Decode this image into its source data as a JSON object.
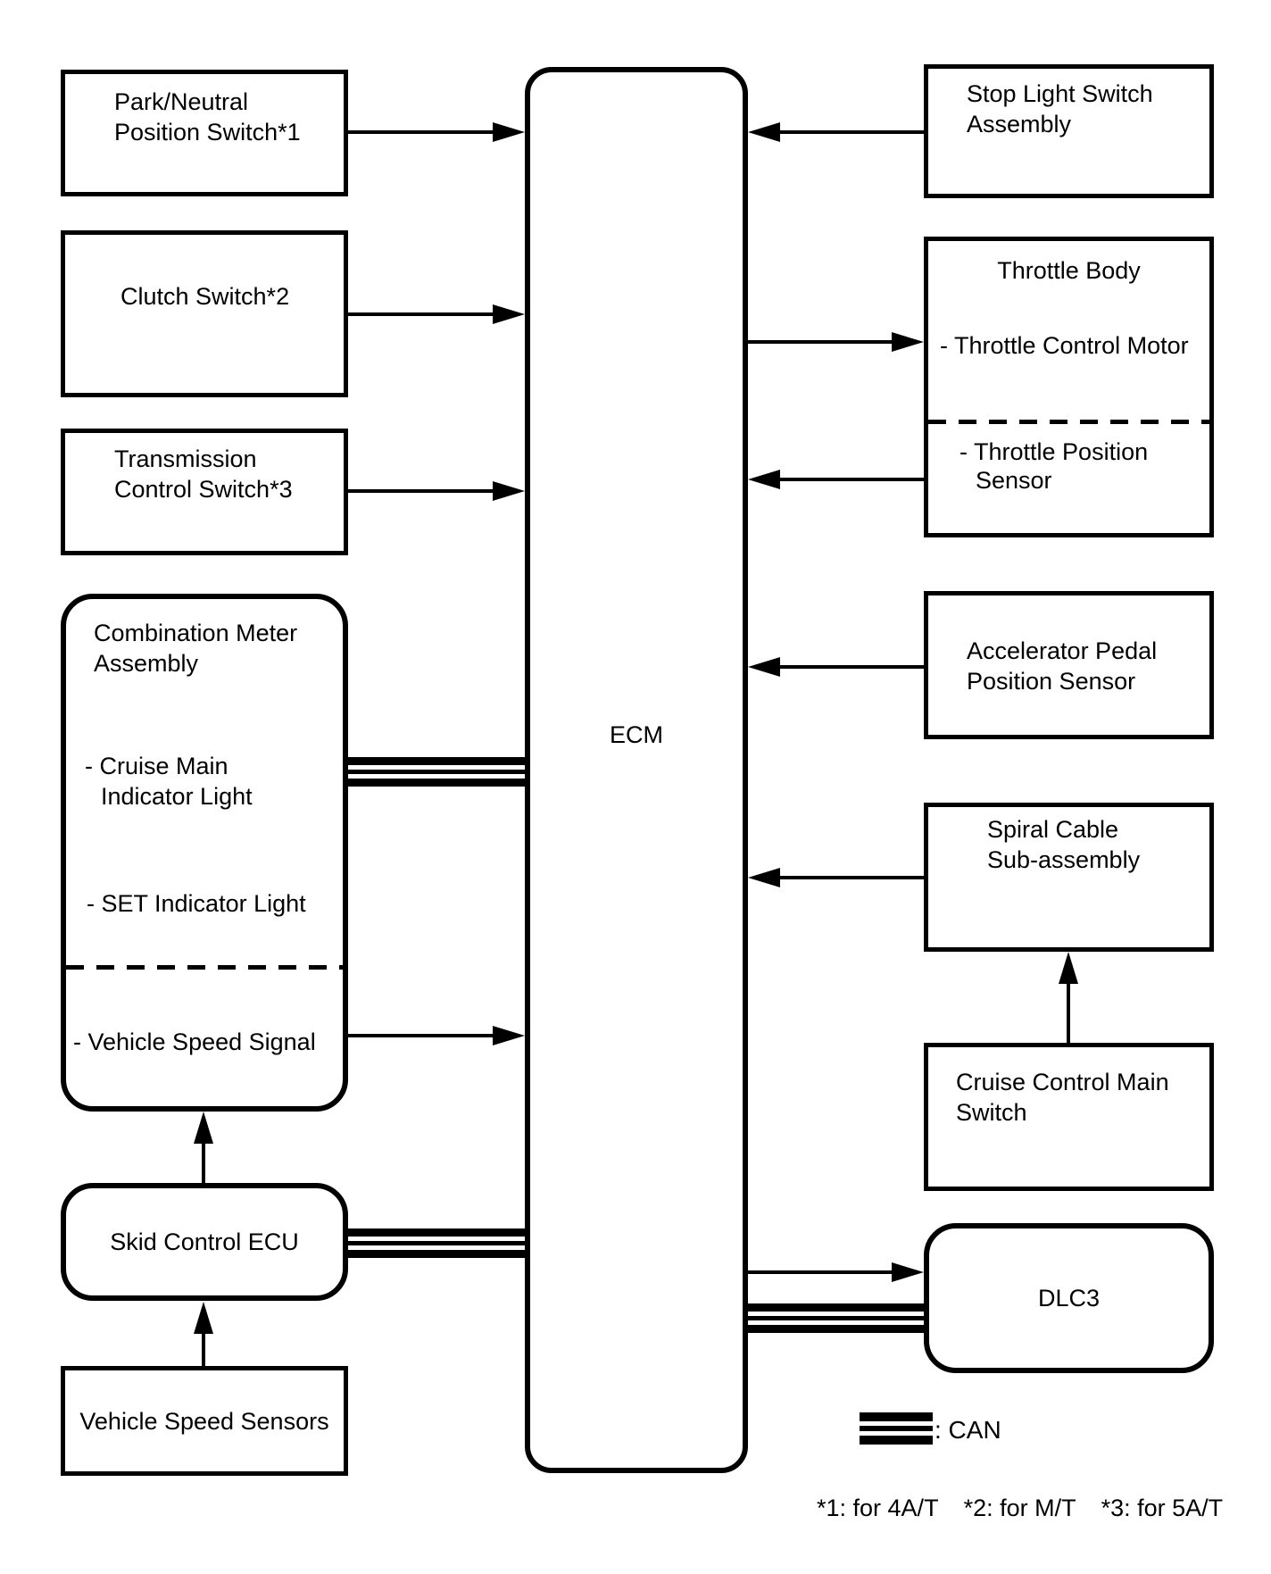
{
  "colors": {
    "line": "#000000",
    "background": "#ffffff"
  },
  "ecm": {
    "label": "ECM"
  },
  "left": {
    "park_neutral": {
      "line1": "Park/Neutral",
      "line2": "Position Switch*1"
    },
    "clutch": {
      "label": "Clutch Switch*2"
    },
    "transmission": {
      "line1": "Transmission",
      "line2": "Control Switch*3"
    },
    "combination_meter": {
      "line1": "Combination Meter",
      "line2": "Assembly",
      "cruise_line1": "- Cruise Main",
      "cruise_line2": "Indicator Light",
      "set_item": "- SET Indicator Light",
      "vss_item": "- Vehicle Speed Signal"
    },
    "skid": {
      "label": "Skid Control ECU"
    },
    "vss": {
      "label": "Vehicle Speed Sensors"
    }
  },
  "right": {
    "stop_light": {
      "line1": "Stop Light Switch",
      "line2": "Assembly"
    },
    "throttle": {
      "title": "Throttle Body",
      "motor_item": "- Throttle Control Motor",
      "tps_line1": "- Throttle Position",
      "tps_line2": "Sensor"
    },
    "accel": {
      "line1": "Accelerator Pedal",
      "line2": "Position Sensor"
    },
    "spiral": {
      "line1": "Spiral Cable",
      "line2": "Sub-assembly"
    },
    "cruise": {
      "line1": "Cruise Control Main",
      "line2": "Switch"
    },
    "dlc3": {
      "label": "DLC3"
    }
  },
  "legend": {
    "can": ": CAN"
  },
  "footnotes": [
    "*1: for 4A/T",
    "*2: for M/T",
    "*3: for 5A/T"
  ]
}
